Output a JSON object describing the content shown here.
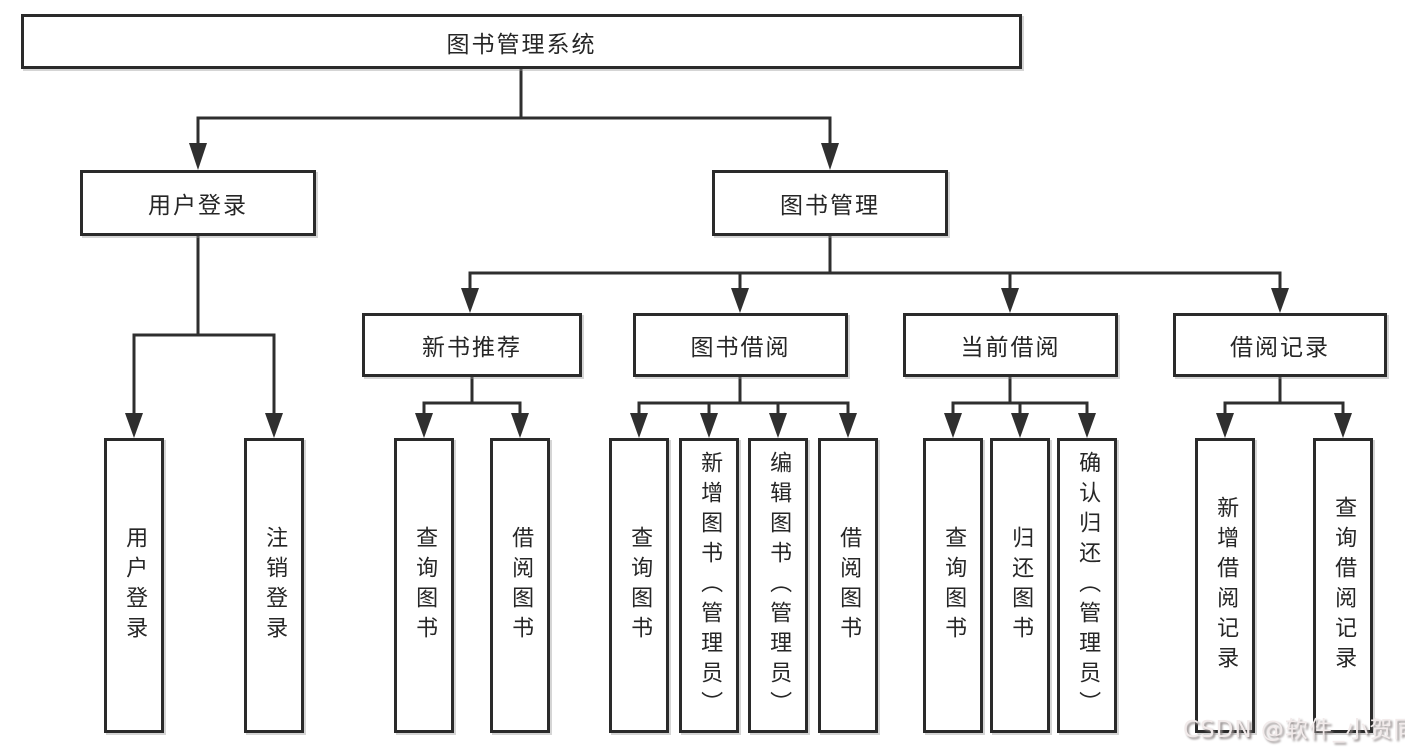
{
  "watermark": "CSDN @软件_小贺同学",
  "colors": {
    "background": "#ffffff",
    "box_border": "#2a2a2a",
    "connector_line": "#2f2f2f",
    "text": "#262626",
    "watermark_text": "#f2ebeb",
    "watermark_shadow": "#8d8585"
  },
  "tree": {
    "label": "图书管理系统",
    "children": [
      {
        "label": "用户登录",
        "children": [
          {
            "label": "用户登录"
          },
          {
            "label": "注销登录"
          }
        ]
      },
      {
        "label": "图书管理",
        "children": [
          {
            "label": "新书推荐",
            "children": [
              {
                "label": "查询图书"
              },
              {
                "label": "借阅图书"
              }
            ]
          },
          {
            "label": "图书借阅",
            "children": [
              {
                "label": "查询图书"
              },
              {
                "label": "新增图书（管理员）"
              },
              {
                "label": "编辑图书（管理员）"
              },
              {
                "label": "借阅图书"
              }
            ]
          },
          {
            "label": "当前借阅",
            "children": [
              {
                "label": "查询图书"
              },
              {
                "label": "归还图书"
              },
              {
                "label": "确认归还（管理员）"
              }
            ]
          },
          {
            "label": "借阅记录",
            "children": [
              {
                "label": "新增借阅记录"
              },
              {
                "label": "查询借阅记录"
              }
            ]
          }
        ]
      }
    ]
  }
}
